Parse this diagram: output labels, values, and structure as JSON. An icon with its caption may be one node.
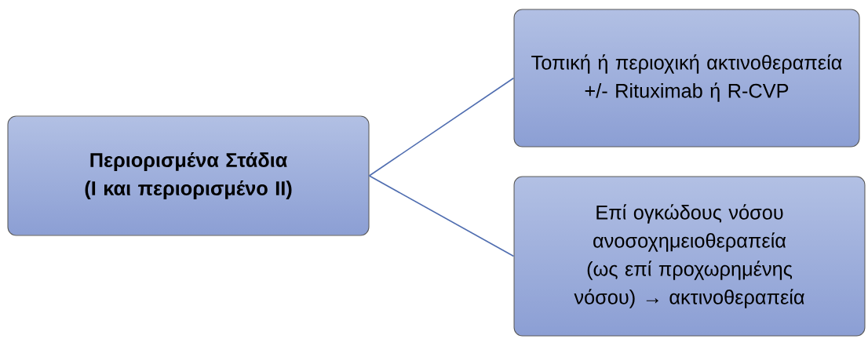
{
  "diagram": {
    "nodes": [
      {
        "text": [
          "Περιορισμένα Στάδια (Ι και περιορισμένο ΙΙ)"
        ]
      },
      {
        "text": [
          "Τοπική ή περιοχική ακτινοθεραπεία +/- Rituximab ή R-CVP"
        ]
      },
      {
        "text": [
          "Επί ογκώδους νόσου ανοσοχημειοθεραπεία (ως επί προχωρημένης νόσου) → ακτινοθεραπεία"
        ]
      }
    ],
    "edges": [
      {
        "from": 0,
        "to": 1,
        "arrow": "none"
      },
      {
        "from": 0,
        "to": 2,
        "arrow": "none"
      }
    ]
  }
}
